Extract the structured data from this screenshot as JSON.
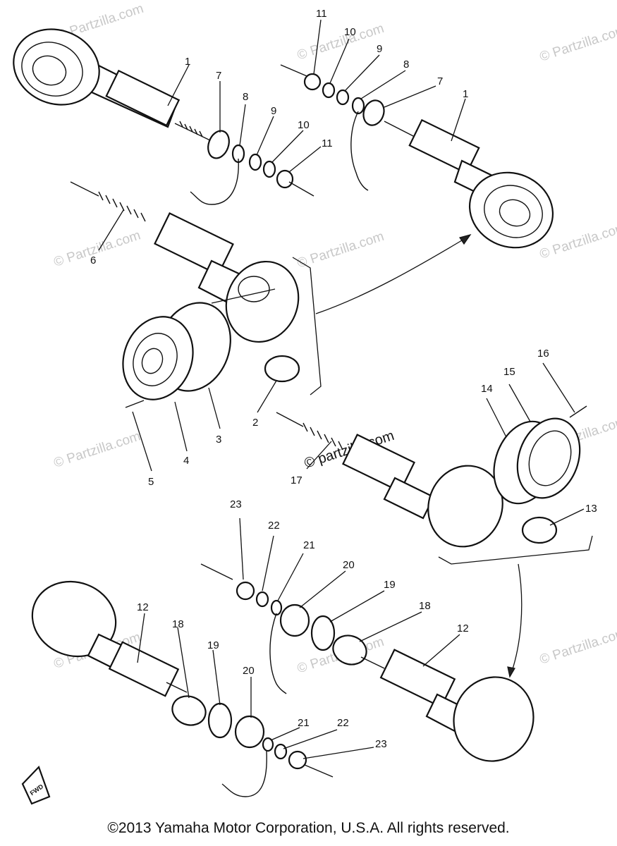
{
  "labels": {
    "a1_left": "1",
    "a1_right": "1",
    "a2": "2",
    "a3": "3",
    "a4": "4",
    "a5": "5",
    "a6": "6",
    "a7_left": "7",
    "a7_right": "7",
    "a8_left": "8",
    "a8_right": "8",
    "a9_left": "9",
    "a9_right": "9",
    "a10_left": "10",
    "a10_right": "10",
    "a11_left": "11",
    "a11_right": "11",
    "a12_left": "12",
    "a12_right": "12",
    "a13": "13",
    "a14": "14",
    "a15": "15",
    "a16": "16",
    "a17": "17",
    "a18_left": "18",
    "a18_right": "18",
    "a19_left": "19",
    "a19_right": "19",
    "a20_left": "20",
    "a20_right": "20",
    "a21_left": "21",
    "a21_right": "21",
    "a22_top": "22",
    "a22_bottom": "22",
    "a23_top": "23",
    "a23_bottom": "23"
  },
  "watermark": "© Partzilla.com",
  "center_watermark": "© partzilla.com",
  "fwd_badge": "FWD",
  "copyright": "©2013 Yamaha Motor Corporation, U.S.A. All rights reserved."
}
